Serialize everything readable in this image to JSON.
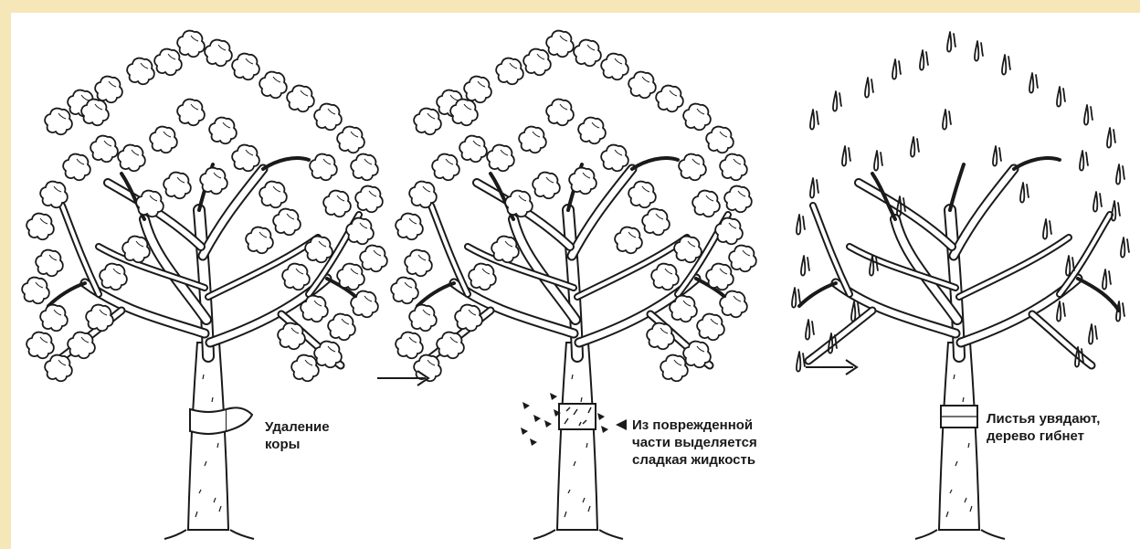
{
  "colors": {
    "background": "#f6e7b9",
    "panel": "#ffffff",
    "ink": "#1a1a1a"
  },
  "stages": [
    {
      "caption_lines": [
        "Удаление",
        "коры"
      ],
      "leaves": "healthy"
    },
    {
      "caption_lines": [
        "Из поврежденной",
        "части выделяется",
        "сладкая жидкость"
      ],
      "leaves": "healthy"
    },
    {
      "caption_lines": [
        "Листья увядают,",
        "дерево гибнет"
      ],
      "leaves": "wilting"
    }
  ],
  "arrows": [
    "stage-1-to-2",
    "stage-2-to-3"
  ]
}
